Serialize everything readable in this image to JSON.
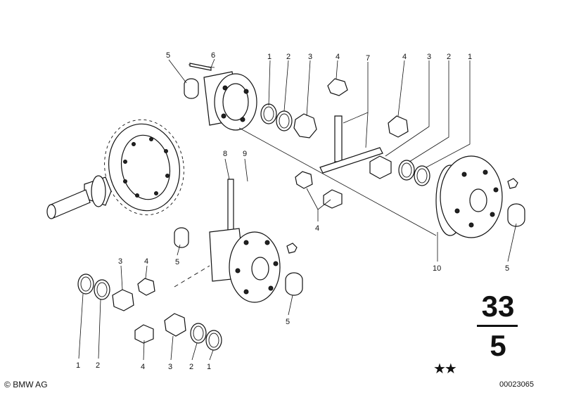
{
  "callouts": {
    "c5_top": "5",
    "c6_top": "6",
    "c1_top": "1",
    "c2_top": "2",
    "c3_top": "3",
    "c4_top": "4",
    "c7_top": "7",
    "c4_topr": "4",
    "c3_topr": "3",
    "c2_topr": "2",
    "c1_topr": "1",
    "c8": "8",
    "c9": "9",
    "c4_mid": "4",
    "c5_mid": "5",
    "c10": "10",
    "c5_right": "5",
    "c3_low": "3",
    "c4_low": "4",
    "c5_low": "5",
    "c1_bot": "1",
    "c2_bot": "2",
    "c4_bot": "4",
    "c3_bot": "3",
    "c2_botr": "2",
    "c1_botr": "1"
  },
  "section": {
    "major": "33",
    "minor": "5"
  },
  "stars": "★★",
  "footer": {
    "brand": "BMW AG",
    "copyright_icon": "copyright-icon",
    "doc_number": "00023065"
  }
}
